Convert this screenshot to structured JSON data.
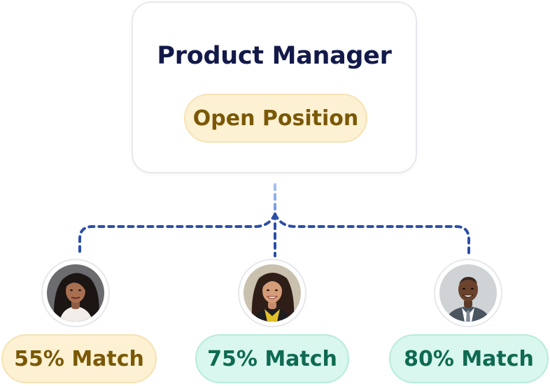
{
  "position": {
    "title": "Product Manager",
    "status": "Open Position"
  },
  "candidates": [
    {
      "avatar_icon": "woman-portrait",
      "match": "55% Match",
      "match_percent": 55,
      "badge_color": "#fdf1d3"
    },
    {
      "avatar_icon": "woman-portrait",
      "match": "75% Match",
      "match_percent": 75,
      "badge_color": "#d9f7ee"
    },
    {
      "avatar_icon": "man-portrait",
      "match": "80% Match",
      "match_percent": 80,
      "badge_color": "#d9f7ee"
    }
  ],
  "colors": {
    "title": "#131a4a",
    "connector_light": "#8fb0ee",
    "connector_dark": "#2c4fa6",
    "yellow_text": "#7a5806",
    "green_text": "#0f6a52"
  }
}
